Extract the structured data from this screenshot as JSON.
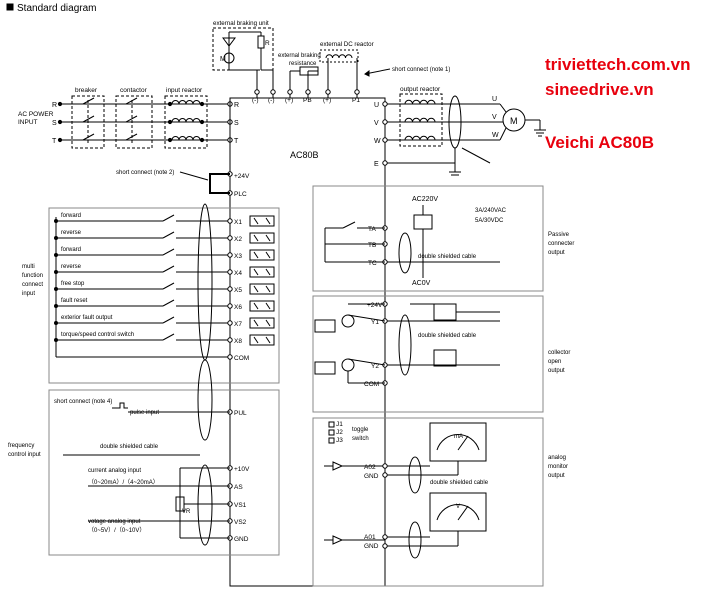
{
  "title": "Standard diagram",
  "watermark": {
    "line1": "triviettech.com.vn",
    "line2": "sineedrive.vn",
    "line3": "Veichi AC80B",
    "color": "#e8000d"
  },
  "power": {
    "ac_power_input": [
      "AC POWER",
      "INPUT"
    ],
    "phases": [
      "R",
      "S",
      "T"
    ],
    "breaker": "breaker",
    "contactor": "contactor",
    "input_reactor": "input reactor",
    "output_reactor": "output reactor",
    "outputs": [
      "U",
      "V",
      "W"
    ],
    "ground_terminal": "E",
    "motor": "M"
  },
  "top": {
    "external_braking_unit": "external braking unit",
    "external_braking_resistance": [
      "external braking",
      "resistance"
    ],
    "external_dc_reactor": "external DC reactor",
    "short_connect_note1": "short connect (note 1)",
    "bus_terminals": [
      "(-)",
      "(-)",
      "(+)",
      "PB",
      "(+)",
      "P1"
    ],
    "unit_r": "R"
  },
  "inverter": {
    "model": "AC80B",
    "plus24v": "+24V",
    "plc": "PLC",
    "short_connect_note2": "short connect (note 2)",
    "com": "COM"
  },
  "inputs": {
    "group_label": [
      "multi",
      "function",
      "connect",
      "input"
    ],
    "items": [
      {
        "label": "forward",
        "terminal": "X1"
      },
      {
        "label": "reverse",
        "terminal": "X2"
      },
      {
        "label": "forward",
        "terminal": "X3"
      },
      {
        "label": "reverse",
        "terminal": "X4"
      },
      {
        "label": "free stop",
        "terminal": "X5"
      },
      {
        "label": "fault reset",
        "terminal": "X6"
      },
      {
        "label": "exterior fault output",
        "terminal": "X7"
      },
      {
        "label": "torque/speed control switch",
        "terminal": "X8"
      }
    ]
  },
  "freq": {
    "group_label": [
      "frequency",
      "control  input"
    ],
    "short_connect_note4": "short connect (note 4)",
    "pulse_input": "pulse input",
    "double_shielded_cable": "double shielded cable",
    "current_input": "current analog input",
    "current_range": "（0~20mA）/（4~20mA）",
    "voltage_input": "votage analog input",
    "voltage_range": "（0~5V）/（0~10V）",
    "vr": "VR",
    "terminals": [
      "PUL",
      "+10V",
      "AS",
      "VS1",
      "VS2",
      "GND"
    ]
  },
  "relay": {
    "ac220v": "AC220V",
    "ac0v": "AC0V",
    "rating1": "3A/240VAC",
    "rating2": "5A/30VDC",
    "terminals": [
      "TA",
      "TB",
      "TC"
    ],
    "cable": "double shielded cable",
    "group_label": [
      "Passive",
      "connecter",
      "output"
    ]
  },
  "collector": {
    "plus24v": "+24V",
    "terminals": [
      "Y1",
      "Y2",
      "COM"
    ],
    "cable": "double shielded cable",
    "group_label": [
      "collector",
      "open",
      "output"
    ]
  },
  "analog": {
    "switches": [
      "J1",
      "J2",
      "J3"
    ],
    "toggle": [
      "toggle",
      "switch"
    ],
    "terminals1": [
      "A02",
      "GND"
    ],
    "terminals2": [
      "A01",
      "GND"
    ],
    "cable": "double shielded cable",
    "meter1": "mA",
    "meter2": "V",
    "group_label": [
      "analog",
      "monitor",
      "output"
    ]
  }
}
